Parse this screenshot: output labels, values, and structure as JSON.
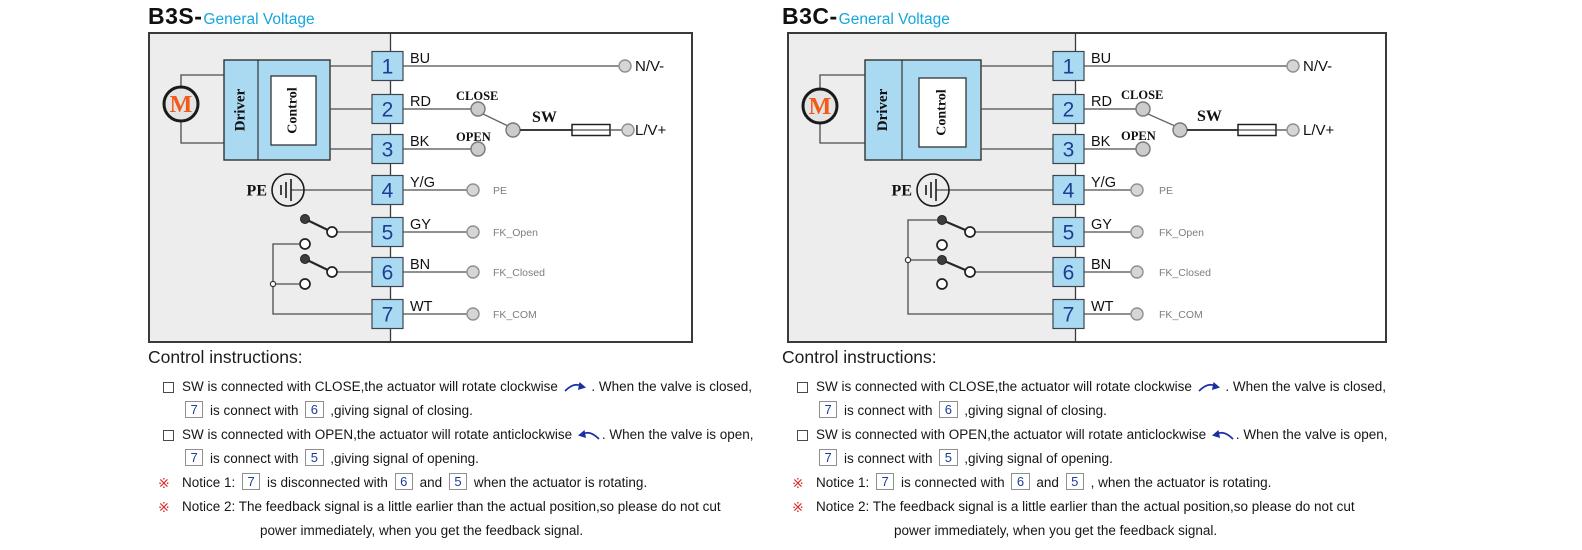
{
  "colors": {
    "accent_cyan": "#14A6DC",
    "motor_orange": "#F05A1A",
    "block_blue": "#A9DAF2",
    "terminal_number_navy": "#1C3D96",
    "panel_gray": "#EDEDED",
    "notice_red": "#D93030",
    "arrow_navy": "#1B2F9E",
    "wire_gray": "#4d4d4d"
  },
  "notice_mark": "※",
  "panels": [
    {
      "id": "B3S",
      "title": "B3S-",
      "subtitle": "General Voltage",
      "diagram": {
        "motor": "M",
        "driver": "Driver",
        "control": "Control",
        "pe": "PE",
        "sw": "SW",
        "close": "CLOSE",
        "open": "OPEN",
        "terminals": [
          {
            "no": "1",
            "wire": "BU"
          },
          {
            "no": "2",
            "wire": "RD"
          },
          {
            "no": "3",
            "wire": "BK"
          },
          {
            "no": "4",
            "wire": "Y/G"
          },
          {
            "no": "5",
            "wire": "GY"
          },
          {
            "no": "6",
            "wire": "BN"
          },
          {
            "no": "7",
            "wire": "WT"
          }
        ],
        "outputs": {
          "neutral": "N/V-",
          "live": "L/V+",
          "pe": "PE",
          "fk_open": "FK_Open",
          "fk_closed": "FK_Closed",
          "fk_com": "FK_COM"
        },
        "feedback_state": "com-disconnected-at-rest"
      },
      "instructions": {
        "heading": "Control instructions:",
        "lines": [
          {
            "marker": "checkbox",
            "indent": "normal",
            "segments": [
              {
                "type": "text",
                "value": "SW is connected with CLOSE,the actuator will rotate clockwise "
              },
              {
                "type": "icon",
                "value": "cw"
              },
              {
                "type": "text",
                "value": " . When the valve is closed,"
              }
            ]
          },
          {
            "marker": "none",
            "indent": "normal",
            "segments": [
              {
                "type": "box",
                "value": "7"
              },
              {
                "type": "text",
                "value": " is connect with "
              },
              {
                "type": "box",
                "value": "6"
              },
              {
                "type": "text",
                "value": " ,giving signal of closing."
              }
            ]
          },
          {
            "marker": "checkbox",
            "indent": "normal",
            "segments": [
              {
                "type": "text",
                "value": "SW is connected with OPEN,the actuator will rotate anticlockwise "
              },
              {
                "type": "icon",
                "value": "ccw"
              },
              {
                "type": "text",
                "value": ". When the valve is open,"
              }
            ]
          },
          {
            "marker": "none",
            "indent": "normal",
            "segments": [
              {
                "type": "box",
                "value": "7"
              },
              {
                "type": "text",
                "value": " is connect with "
              },
              {
                "type": "box",
                "value": "5"
              },
              {
                "type": "text",
                "value": " ,giving signal of opening."
              }
            ]
          },
          {
            "marker": "notice",
            "indent": "normal",
            "segments": [
              {
                "type": "text",
                "value": "Notice 1: "
              },
              {
                "type": "box",
                "value": "7"
              },
              {
                "type": "text",
                "value": " is disconnected with "
              },
              {
                "type": "box",
                "value": "6"
              },
              {
                "type": "text",
                "value": " and "
              },
              {
                "type": "box",
                "value": "5"
              },
              {
                "type": "text",
                "value": " when the actuator is rotating."
              }
            ]
          },
          {
            "marker": "notice",
            "indent": "normal",
            "segments": [
              {
                "type": "text",
                "value": "Notice 2: The feedback signal is a little earlier than the actual position,so please do not cut"
              }
            ]
          },
          {
            "marker": "none",
            "indent": "wrap",
            "segments": [
              {
                "type": "text",
                "value": "power immediately, when you get the feedback signal."
              }
            ]
          }
        ]
      }
    },
    {
      "id": "B3C",
      "title": "B3C-",
      "subtitle": "General Voltage",
      "diagram": {
        "motor": "M",
        "driver": "Driver",
        "control": "Control",
        "pe": "PE",
        "sw": "SW",
        "close": "CLOSE",
        "open": "OPEN",
        "terminals": [
          {
            "no": "1",
            "wire": "BU"
          },
          {
            "no": "2",
            "wire": "RD"
          },
          {
            "no": "3",
            "wire": "BK"
          },
          {
            "no": "4",
            "wire": "Y/G"
          },
          {
            "no": "5",
            "wire": "GY"
          },
          {
            "no": "6",
            "wire": "BN"
          },
          {
            "no": "7",
            "wire": "WT"
          }
        ],
        "outputs": {
          "neutral": "N/V-",
          "live": "L/V+",
          "pe": "PE",
          "fk_open": "FK_Open",
          "fk_closed": "FK_Closed",
          "fk_com": "FK_COM"
        },
        "feedback_state": "com-connected-at-rest"
      },
      "instructions": {
        "heading": "Control instructions:",
        "lines": [
          {
            "marker": "checkbox",
            "indent": "normal",
            "segments": [
              {
                "type": "text",
                "value": "SW is connected with CLOSE,the actuator will rotate clockwise "
              },
              {
                "type": "icon",
                "value": "cw"
              },
              {
                "type": "text",
                "value": " . When the valve is closed,"
              }
            ]
          },
          {
            "marker": "none",
            "indent": "normal",
            "segments": [
              {
                "type": "box",
                "value": "7"
              },
              {
                "type": "text",
                "value": " is connect with "
              },
              {
                "type": "box",
                "value": "6"
              },
              {
                "type": "text",
                "value": " ,giving signal of closing."
              }
            ]
          },
          {
            "marker": "checkbox",
            "indent": "normal",
            "segments": [
              {
                "type": "text",
                "value": "SW is connected with OPEN,the actuator will rotate anticlockwise "
              },
              {
                "type": "icon",
                "value": "ccw"
              },
              {
                "type": "text",
                "value": ". When the valve is open,"
              }
            ]
          },
          {
            "marker": "none",
            "indent": "normal",
            "segments": [
              {
                "type": "box",
                "value": "7"
              },
              {
                "type": "text",
                "value": " is connect with "
              },
              {
                "type": "box",
                "value": "5"
              },
              {
                "type": "text",
                "value": " ,giving signal of opening."
              }
            ]
          },
          {
            "marker": "notice",
            "indent": "normal",
            "segments": [
              {
                "type": "text",
                "value": "Notice 1: "
              },
              {
                "type": "box",
                "value": "7"
              },
              {
                "type": "text",
                "value": " is  connected with "
              },
              {
                "type": "box",
                "value": "6"
              },
              {
                "type": "text",
                "value": " and "
              },
              {
                "type": "box",
                "value": "5"
              },
              {
                "type": "text",
                "value": " , when the actuator is rotating."
              }
            ]
          },
          {
            "marker": "notice",
            "indent": "normal",
            "segments": [
              {
                "type": "text",
                "value": "Notice 2: The feedback signal is a little earlier than the actual position,so please do not cut"
              }
            ]
          },
          {
            "marker": "none",
            "indent": "wrap",
            "segments": [
              {
                "type": "text",
                "value": "power immediately, when you get the feedback signal."
              }
            ]
          }
        ]
      }
    }
  ]
}
